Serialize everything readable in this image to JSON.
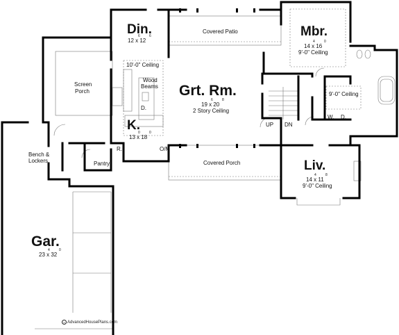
{
  "rooms": {
    "dining": {
      "name": "Din.",
      "dim": "12 x 12",
      "sup_a": "6",
      "sup_b": "6"
    },
    "master": {
      "name": "Mbr.",
      "dim": "14 x 16",
      "sup_a": "4",
      "sup_b": "0",
      "ceiling": "9'-0\" Ceiling"
    },
    "great_room": {
      "name": "Grt. Rm.",
      "dim": "19 x 20",
      "sup_a": "6",
      "sup_b": "8",
      "ceiling": "2 Story Ceiling"
    },
    "kitchen": {
      "name": "K.",
      "dim": "13 x 18",
      "sup_a": "0",
      "sup_b": "0"
    },
    "living": {
      "name": "Liv.",
      "dim": "14 x 11",
      "sup_a": "4",
      "sup_b": "8",
      "ceiling": "9'-0\" Ceiling"
    },
    "garage": {
      "name": "Gar.",
      "dim": "23 x 32",
      "sup_a": "4",
      "sup_b": "0"
    }
  },
  "labels": {
    "covered_patio": "Covered Patio",
    "covered_porch": "Covered Porch",
    "screen_porch_1": "Screen",
    "screen_porch_2": "Porch",
    "kitchen_ceiling": "10'-0\" Ceiling",
    "wood_beams_1": "Wood",
    "wood_beams_2": "Beams",
    "dishwasher": "D.",
    "bath_ceiling": "9'-0\" Ceiling",
    "up": "UP",
    "down": "DN",
    "washer": "W.",
    "dryer": "D.",
    "bench_1": "Bench &",
    "bench_2": "Lockers",
    "pantry": "Pantry",
    "refrigerator": "R.",
    "oven_micro": "O/M"
  },
  "credit": {
    "symbol": "c",
    "text": "AdvancedHousePlans.com"
  }
}
